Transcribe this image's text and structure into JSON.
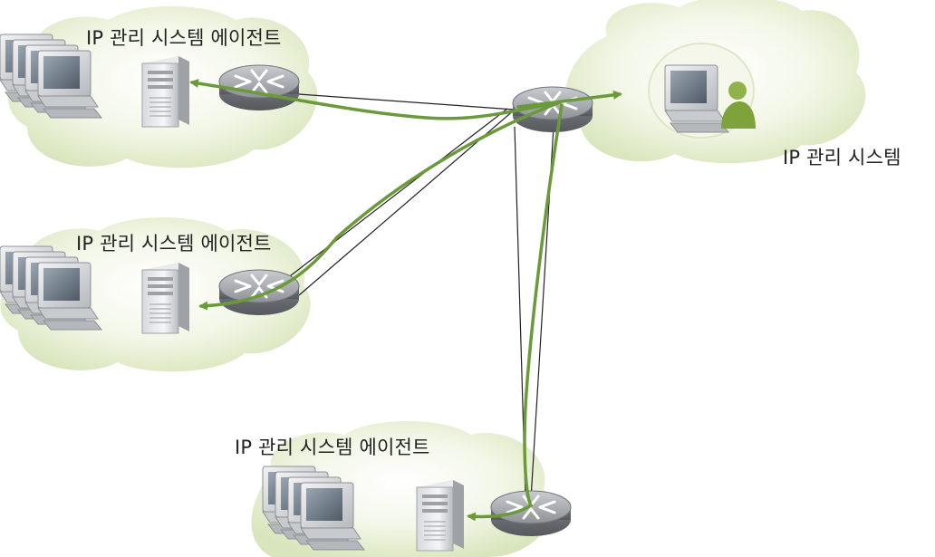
{
  "diagram": {
    "agent_sites": [
      {
        "label": "IP 관리 시스템 에이전트"
      },
      {
        "label": "IP 관리 시스템 에이전트"
      },
      {
        "label": "IP 관리 시스템 에이전트"
      }
    ],
    "manager_site": {
      "label": "IP 관리 시스템"
    },
    "colors": {
      "cloud_fill": "#e7efd4",
      "traffic_path": "#6a9a3a",
      "link_line": "#222222",
      "router_body": "#8f9296"
    }
  }
}
